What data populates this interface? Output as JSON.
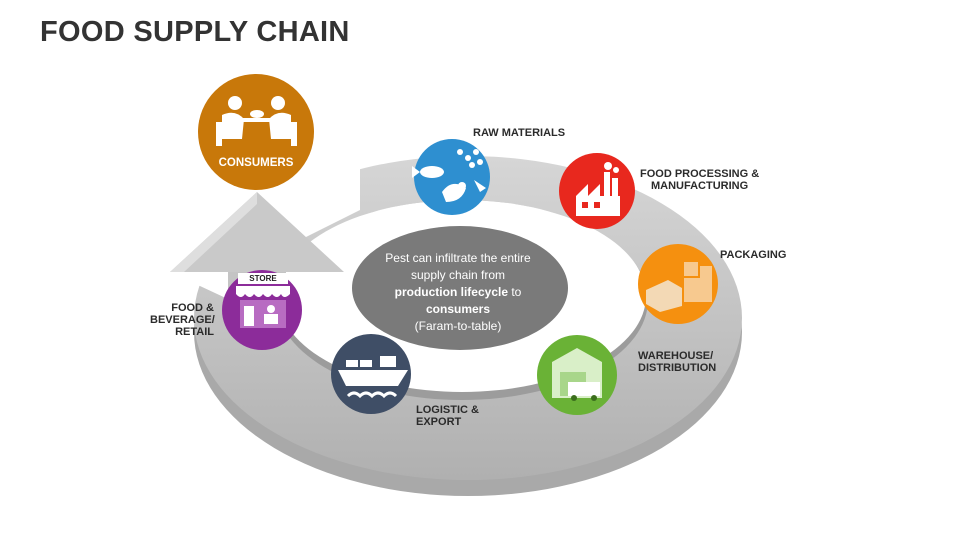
{
  "title": "FOOD SUPPLY CHAIN",
  "center": {
    "line1": "Pest can infiltrate the entire",
    "line2": "supply chain from",
    "bold1": "production lifecycle",
    "to": " to",
    "bold2": "consumers",
    "line4": "(Faram-to-table)"
  },
  "stages": {
    "consumers": "CONSUMERS",
    "raw_materials": "RAW MATERIALS",
    "food_processing": "FOOD PROCESSING &\nMANUFACTURING",
    "packaging": "PACKAGING",
    "warehouse": "WAREHOUSE/\nDISTRIBUTION",
    "logistic": "LOGISTIC &\nEXPORT",
    "retail": "FOOD &\nBEVERAGE/\nRETAIL",
    "store_sign": "STORE"
  },
  "colors": {
    "consumers": "#C8780A",
    "raw_materials": "#2E8FD0",
    "food_processing": "#E8281E",
    "packaging": "#F5900F",
    "warehouse": "#6AB236",
    "logistic": "#3F4E66",
    "retail": "#8C2C9A",
    "ring": "#C8C8C8",
    "center": "#7A7A7A"
  },
  "icons": [
    "people-dining-icon",
    "fish-bird-plant-icon",
    "factory-icon",
    "boxes-icon",
    "truck-warehouse-icon",
    "cargo-ship-icon",
    "store-icon"
  ]
}
